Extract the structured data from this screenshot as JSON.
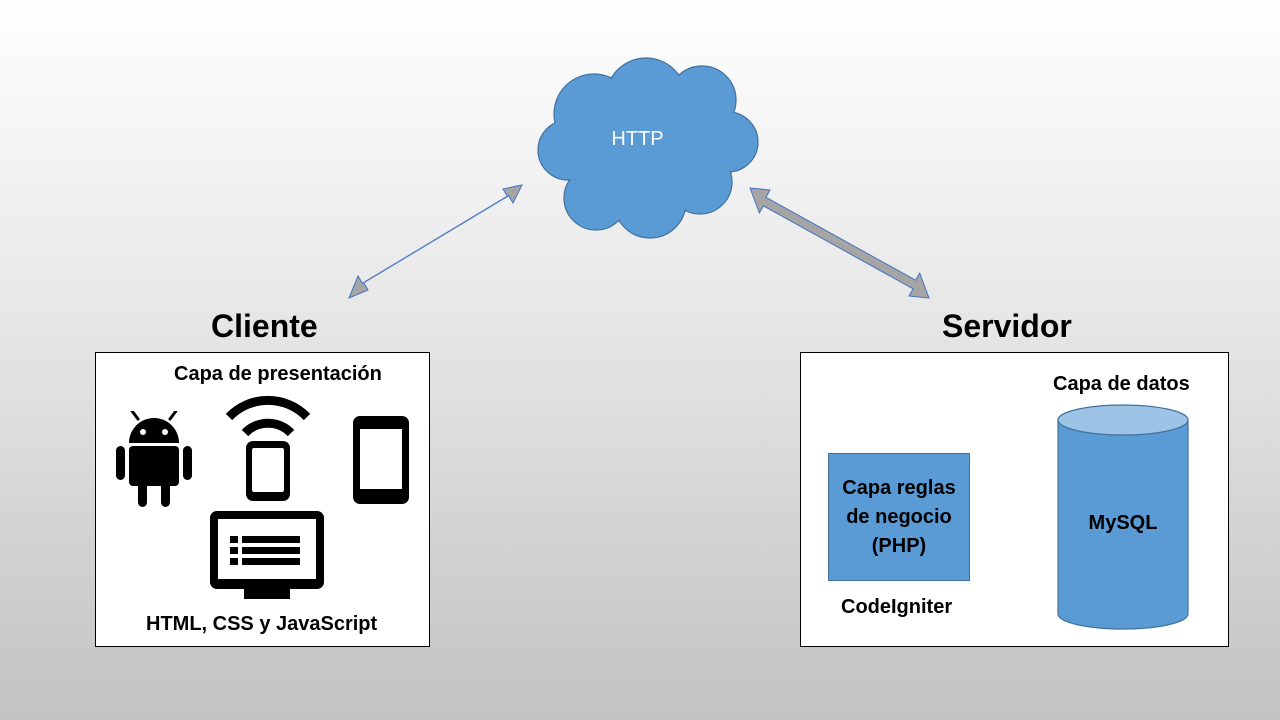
{
  "cloud": {
    "label": "HTTP",
    "color": "#5b9bd5"
  },
  "client": {
    "title": "Cliente",
    "layer_label": "Capa de presentación",
    "tech_label": "HTML, CSS y  JavaScript",
    "icons": [
      "android-icon",
      "wireless-phone-icon",
      "tablet-icon",
      "monitor-icon"
    ]
  },
  "server": {
    "title": "Servidor",
    "data_layer_label": "Capa de datos",
    "business_layer": {
      "line1": "Capa reglas",
      "line2": "de negocio",
      "line3": "(PHP)"
    },
    "framework_label": "CodeIgniter",
    "database_label": "MySQL"
  },
  "colors": {
    "accent": "#5b9bd5",
    "arrow_fill": "#a5a5a5",
    "arrow_stroke": "#4472c4"
  }
}
